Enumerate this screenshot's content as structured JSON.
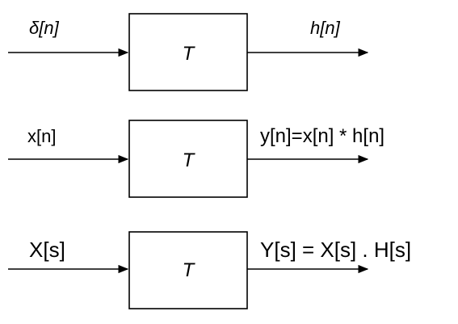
{
  "rows": [
    {
      "input_label": "δ[n]",
      "block_label": "T",
      "output_label": "h[n]"
    },
    {
      "input_label": "x[n]",
      "block_label": "T",
      "output_label": "y[n]=x[n] * h[n]"
    },
    {
      "input_label": "X[s]",
      "block_label": "T",
      "output_label": "Y[s] = X[s] . H[s]"
    }
  ]
}
